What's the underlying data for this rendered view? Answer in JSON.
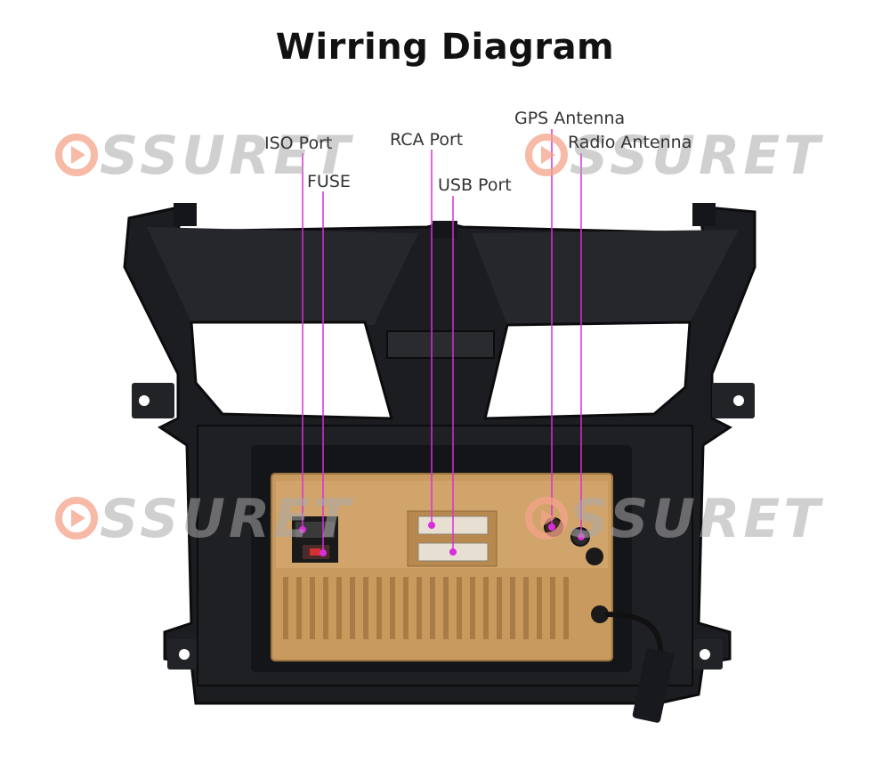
{
  "title": "Wirring Diagram",
  "watermark_text": "SSURET",
  "callouts": {
    "iso": "ISO Port",
    "fuse": "FUSE",
    "rca": "RCA Port",
    "usb": "USB Port",
    "gps": "GPS Antenna",
    "radio": "Radio Antenna"
  },
  "colors": {
    "callout_line": "#d92ed9",
    "frame": "#1c1d20",
    "board": "#c99a5e",
    "watermark_accent": "#f4a38a"
  }
}
